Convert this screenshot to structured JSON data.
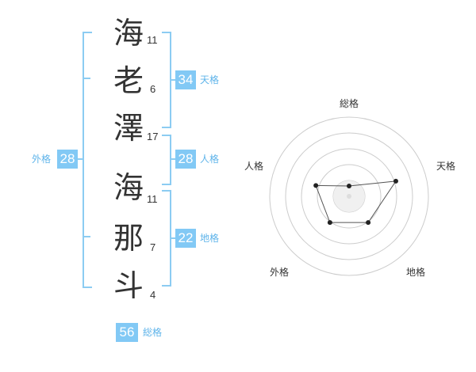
{
  "name": {
    "chars": [
      {
        "char": "海",
        "strokes": "11"
      },
      {
        "char": "老",
        "strokes": "6"
      },
      {
        "char": "澤",
        "strokes": "17"
      },
      {
        "char": "海",
        "strokes": "11"
      },
      {
        "char": "那",
        "strokes": "7"
      },
      {
        "char": "斗",
        "strokes": "4"
      }
    ]
  },
  "fortunes": {
    "tenkaku": {
      "value": "34",
      "label": "天格"
    },
    "jinkaku": {
      "value": "28",
      "label": "人格"
    },
    "chikaku": {
      "value": "22",
      "label": "地格"
    },
    "gaikaku": {
      "value": "28",
      "label": "外格"
    },
    "soukaku": {
      "value": "56",
      "label": "総格"
    }
  },
  "radar": {
    "axes": [
      "総格",
      "天格",
      "地格",
      "外格",
      "人格"
    ],
    "scores": [
      0.13,
      0.62,
      0.41,
      0.41,
      0.44
    ],
    "colors": {
      "ring": "#cccccc",
      "line": "#555555",
      "point": "#222222",
      "center": "#dddddd"
    }
  }
}
